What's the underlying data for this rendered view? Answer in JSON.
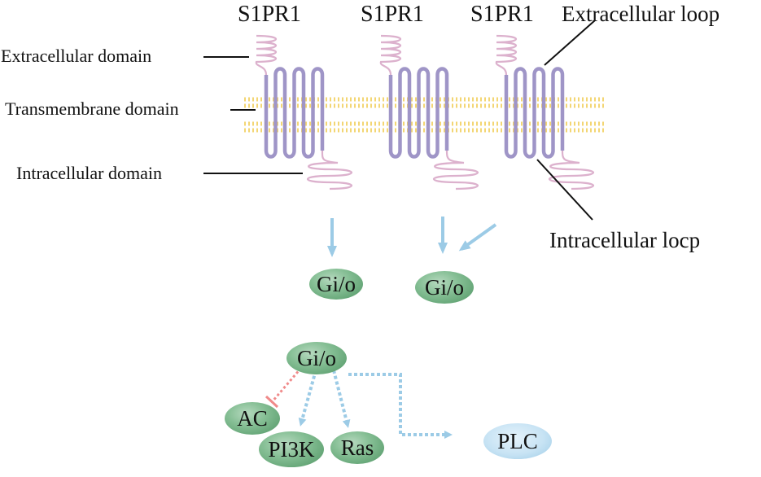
{
  "receptors": [
    {
      "label": "S1PR1"
    },
    {
      "label": "S1PR1"
    },
    {
      "label": "S1PR1"
    }
  ],
  "domain_labels": {
    "extracellular": "Extracellular domain",
    "transmembrane": "Transmembrane domain",
    "intracellular": "Intracellular domain"
  },
  "loop_labels": {
    "extracellular_loop": "Extracellular loop",
    "intracellular_loop": "Intracellular locp"
  },
  "nodes": {
    "gio_left": "Gi/o",
    "gio_right": "Gi/o",
    "gio_hub": "Gi/o",
    "ac": "AC",
    "pi3k": "PI3K",
    "ras": "Ras",
    "plc": "PLC"
  },
  "colors": {
    "membrane_lipid": "#f2cf5c",
    "receptor_helix": "#9a8fc4",
    "receptor_loop": "#d8a8c8",
    "activation_arrow": "#9ccbe6",
    "inhibition": "#f08a8a",
    "node_green": "#7fb88f",
    "node_blue": "#c7e3f4"
  }
}
